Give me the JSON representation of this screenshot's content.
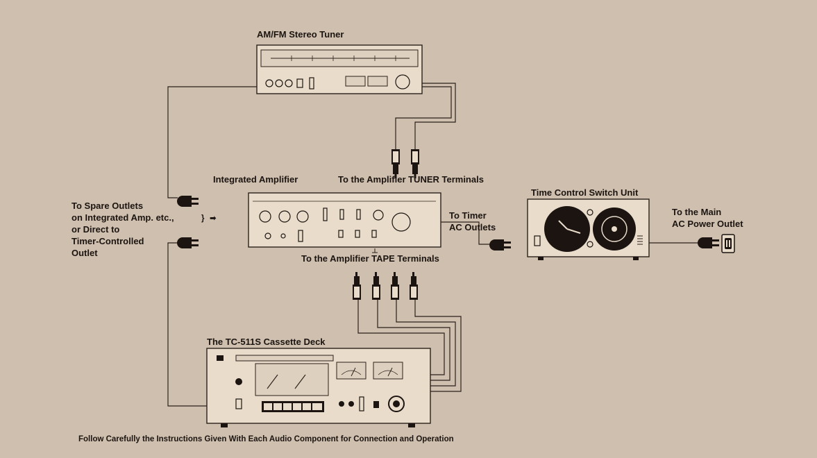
{
  "labels": {
    "tuner": "AM/FM Stereo Tuner",
    "amplifier": "Integrated Amplifier",
    "tuner_terminals": "To the Amplifier TUNER Terminals",
    "timer_unit": "Time Control Switch Unit",
    "timer_outlets_line1": "To Timer",
    "timer_outlets_line2": "AC Outlets",
    "main_outlet_line1": "To the Main",
    "main_outlet_line2": "AC Power Outlet",
    "spare_line1": "To Spare Outlets",
    "spare_line2": "on Integrated Amp. etc.,",
    "spare_line3": "or Direct to",
    "spare_line4": "Timer-Controlled",
    "spare_line5": "Outlet",
    "tape_terminals": "To the Amplifier TAPE Terminals",
    "cassette_deck": "The TC-511S Cassette Deck",
    "footer": "Follow Carefully the Instructions Given With Each Audio Component for Connection and Operation"
  },
  "colors": {
    "background": "#cfbfae",
    "ink": "#1b1410",
    "panel": "#e9dccb"
  }
}
